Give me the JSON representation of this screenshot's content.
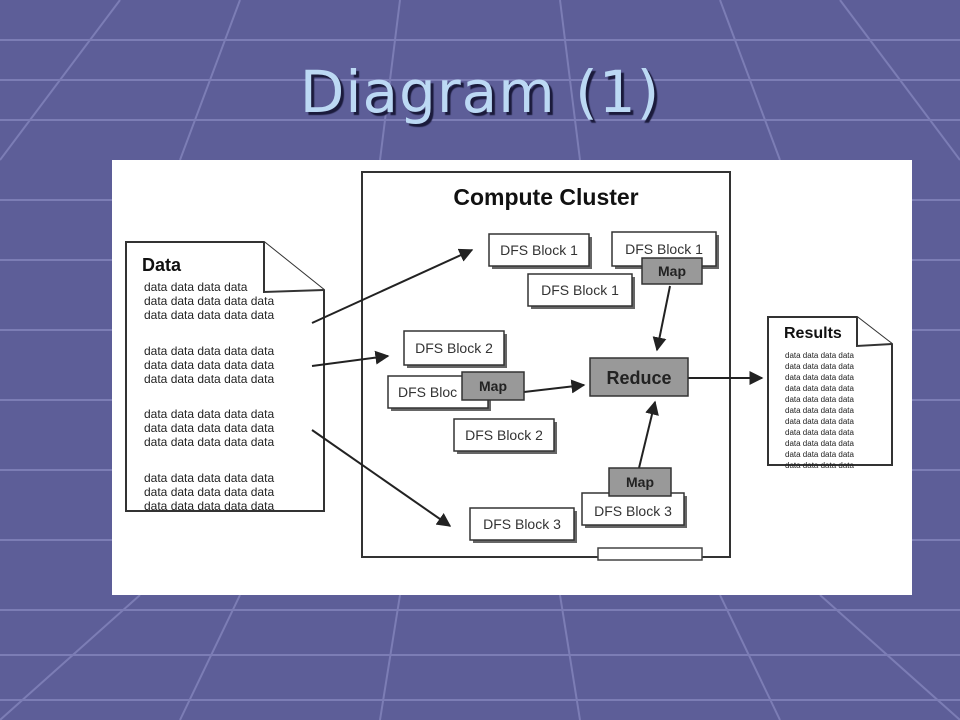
{
  "slide": {
    "title": "Diagram (1)"
  },
  "diagram": {
    "cluster_label": "Compute Cluster",
    "data_doc": {
      "title": "Data",
      "lines": [
        "data data data data",
        "data data data data data",
        "data data data data data",
        "data data data data data",
        "data data data data data",
        "data data data data data",
        "data data data data data",
        "data data data data data",
        "data data data data data",
        "data data data data data",
        "data data data data data",
        "data data data data data"
      ]
    },
    "results_doc": {
      "title": "Results",
      "lines": [
        "data data data data",
        "data data data data",
        "data data data data",
        "data data data data",
        "data data data data",
        "data data data data",
        "data data data data",
        "data data data data",
        "data data data data",
        "data data data data",
        "data data data data"
      ]
    },
    "blocks": {
      "b1a": "DFS Block 1",
      "b1b": "DFS Block 1",
      "b1c": "DFS Block 1",
      "b2a": "DFS Block 2",
      "b2b": "DFS Bloc",
      "b2c": "DFS Block 2",
      "b3a": "DFS Block 3",
      "b3b": "DFS Block 3"
    },
    "map_label": "Map",
    "reduce_label": "Reduce"
  }
}
